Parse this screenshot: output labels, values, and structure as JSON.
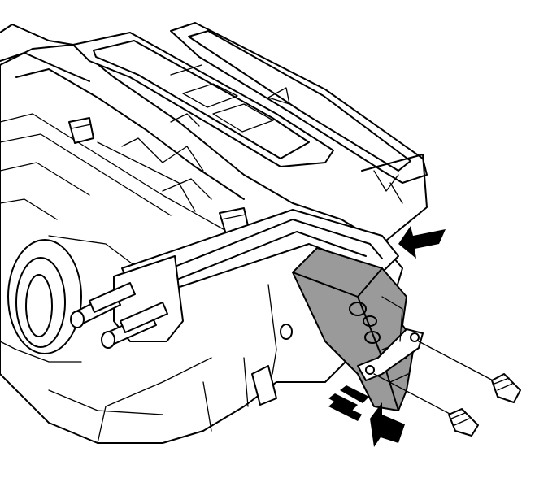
{
  "figure": {
    "highlight_color": "#9a9a9a",
    "line_color": "#000000",
    "background_color": "#ffffff",
    "arrows": [
      {
        "id": "insertion-arrow",
        "style": "solid",
        "direction": "left"
      },
      {
        "id": "removal-arrow",
        "style": "dashed-tail",
        "direction": "right"
      }
    ],
    "fasteners": [
      {
        "id": "upper-screw"
      },
      {
        "id": "lower-screw"
      }
    ]
  }
}
